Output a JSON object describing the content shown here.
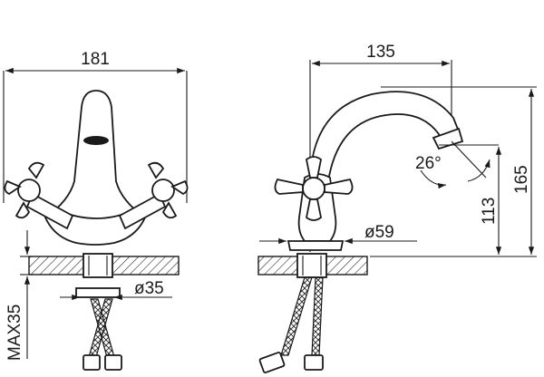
{
  "front_view": {
    "width_label": "181",
    "hose_dia_label": "ø35",
    "max_thickness_label": "MAX35"
  },
  "side_view": {
    "reach_label": "135",
    "total_height_label": "165",
    "spout_height_label": "113",
    "base_dia_label": "ø59",
    "angle_label": "26°"
  },
  "colors": {
    "line": "#1a1a1a",
    "background": "#ffffff"
  }
}
